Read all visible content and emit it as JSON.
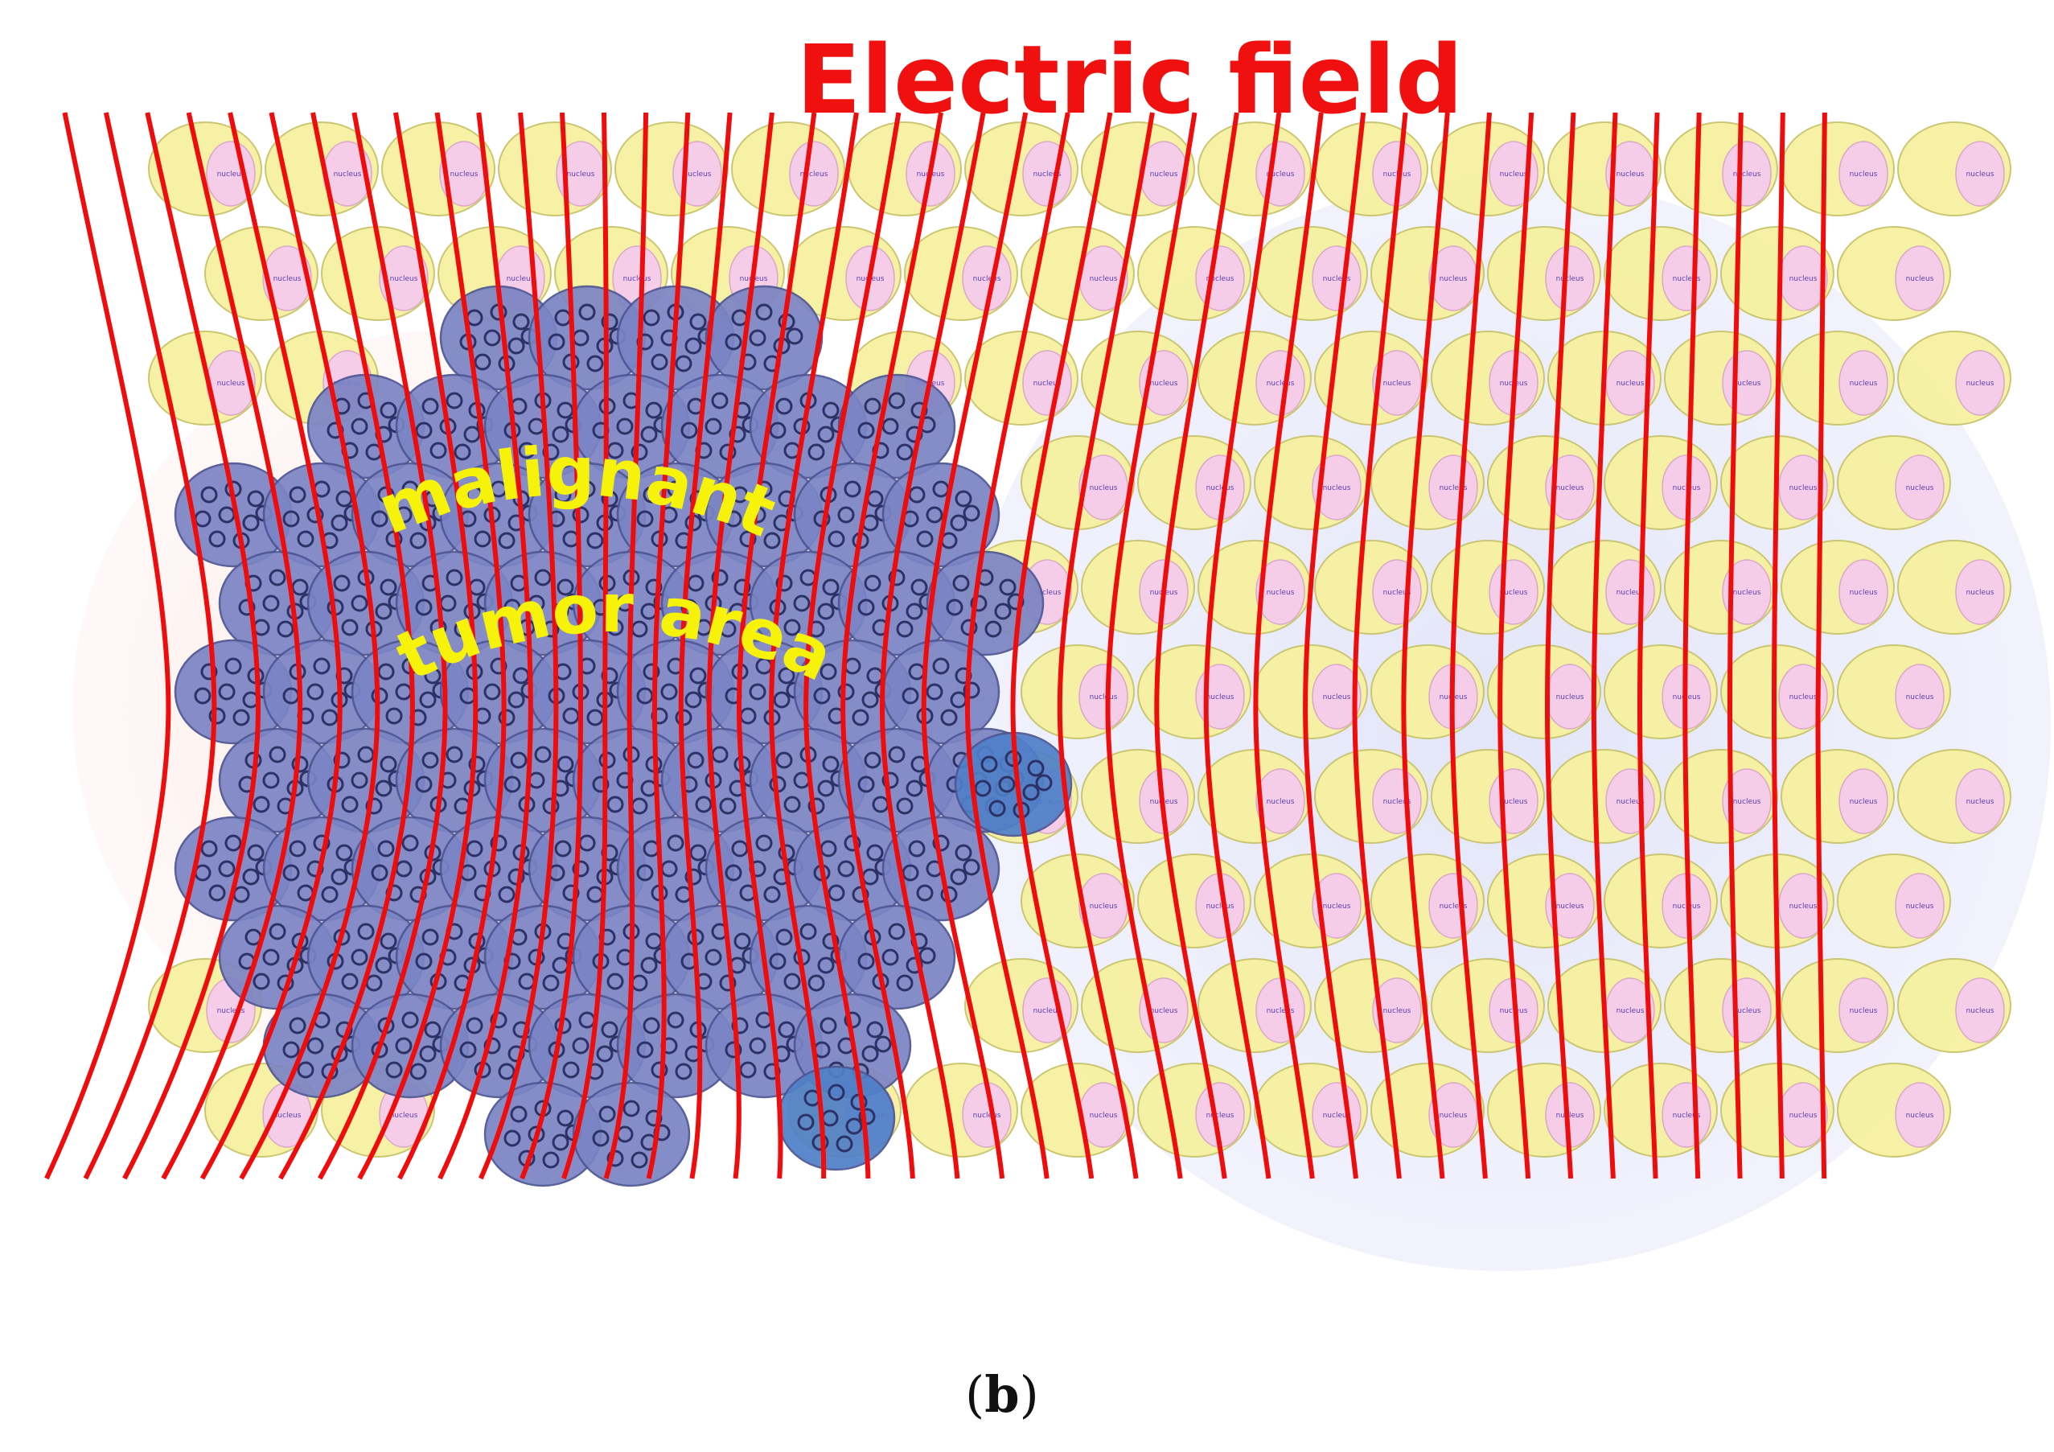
{
  "title": "Electric field",
  "tumor_label": {
    "line1": "malignant",
    "line2": "tumor area"
  },
  "cell_label": "nucleus",
  "caption": {
    "open": "(",
    "letter": "b",
    "close": ")"
  },
  "colors": {
    "field_line": "#ee0c0c",
    "healthy_cell": "#f6f1a0",
    "healthy_cell_edge": "#c9c46a",
    "nucleus": "#f5cde8",
    "tumor_cell": "#7b84c4",
    "tumor_cell_edge": "#4d5593",
    "title": "#f01010",
    "tumor_label": "#f7f20a",
    "left_glow": "#f7c7c0",
    "right_glow": "#c8cdf0"
  }
}
